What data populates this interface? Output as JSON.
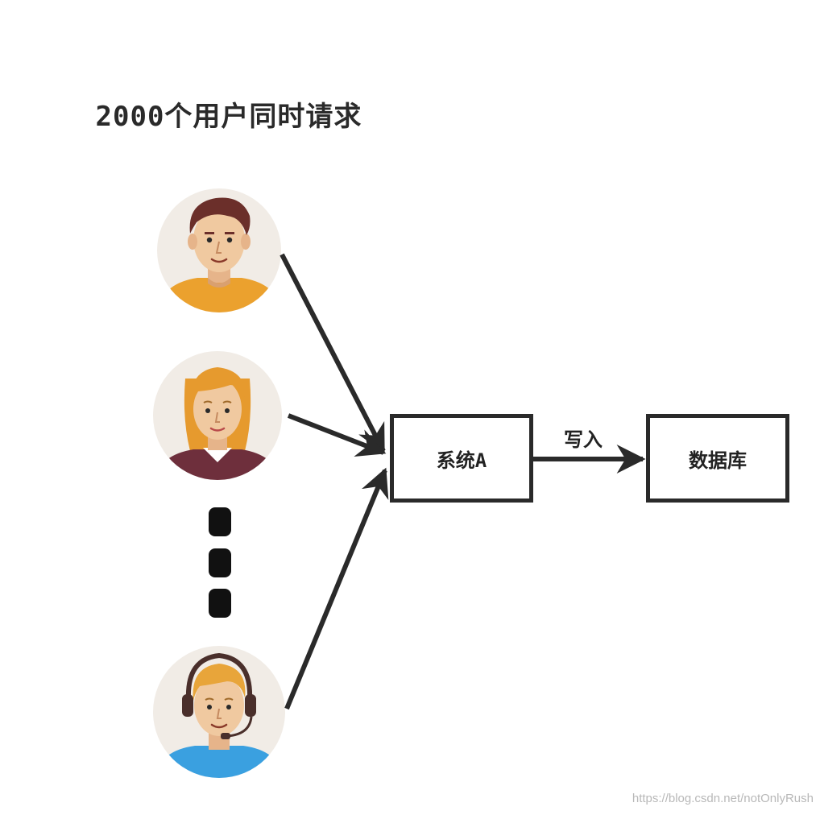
{
  "title": "2000个用户同时请求",
  "nodes": {
    "system_a": "系统A",
    "database": "数据库"
  },
  "edges": {
    "write_label": "写入"
  },
  "watermark": "https://blog.csdn.net/notOnlyRush",
  "colors": {
    "stroke": "#2a2a2a",
    "avatar_bg": "#f1ece6",
    "skin": "#f0c9a0",
    "user1_hair": "#6b2f2a",
    "user1_shirt": "#eba12e",
    "user2_hair": "#e69a2e",
    "user2_shirt": "#6e2f3c",
    "user3_hair": "#e8a53a",
    "user3_shirt": "#3aa0e0",
    "headset": "#4a2f2b"
  },
  "icons": [
    "user-avatar-male-icon",
    "user-avatar-female-icon",
    "ellipsis-dots-icon",
    "user-avatar-support-headset-icon"
  ]
}
